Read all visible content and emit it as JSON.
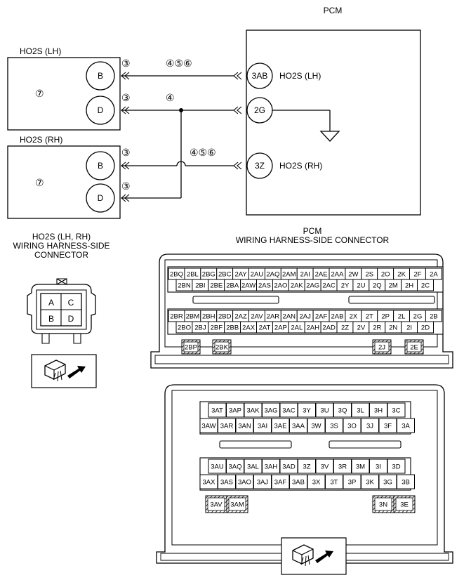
{
  "pcm_title": "PCM",
  "ho2s_lh_title": "HO2S (LH)",
  "ho2s_rh_title": "HO2S (RH)",
  "sensor_box_note": "⑦",
  "terminals": {
    "lh_b": "B",
    "lh_d": "D",
    "rh_b": "B",
    "rh_d": "D",
    "pcm_3ab": "3AB",
    "pcm_2g": "2G",
    "pcm_3z": "3Z"
  },
  "pcm_labels": {
    "lh": "HO2S (LH)",
    "rh": "HO2S (RH)"
  },
  "notes": {
    "n3": "③",
    "n4": "④",
    "n456": "④⑤⑥"
  },
  "ho2s_connector": {
    "title_lines": [
      "HO2S (LH, RH)",
      "WIRING HARNESS-SIDE",
      "CONNECTOR"
    ],
    "pins": [
      "A",
      "C",
      "B",
      "D"
    ]
  },
  "pcm_connector": {
    "title_lines": [
      "PCM",
      "WIRING HARNESS-SIDE CONNECTOR"
    ],
    "connector_2": {
      "row1": [
        "2BQ",
        "2BL",
        "2BG",
        "2BC",
        "2AY",
        "2AU",
        "2AQ",
        "2AM",
        "2AI",
        "2AE",
        "2AA",
        "2W",
        "2S",
        "2O",
        "2K",
        "2F",
        "2A"
      ],
      "row2": [
        "2BN",
        "2BI",
        "2BE",
        "2BA",
        "2AW",
        "2AS",
        "2AO",
        "2AK",
        "2AG",
        "2AC",
        "2Y",
        "2U",
        "2Q",
        "2M",
        "2H",
        "2C"
      ],
      "row3": [
        "2BR",
        "2BM",
        "2BH",
        "2BD",
        "2AZ",
        "2AV",
        "2AR",
        "2AN",
        "2AJ",
        "2AF",
        "2AB",
        "2X",
        "2T",
        "2P",
        "2L",
        "2G",
        "2B"
      ],
      "row4": [
        "2BO",
        "2BJ",
        "2BF",
        "2BB",
        "2AX",
        "2AT",
        "2AP",
        "2AL",
        "2AH",
        "2AD",
        "2Z",
        "2V",
        "2R",
        "2N",
        "2I",
        "2D"
      ],
      "bottom": [
        "2BP",
        "2BK",
        "2J",
        "2E"
      ]
    },
    "connector_3": {
      "row1": [
        "3AT",
        "3AP",
        "3AK",
        "3AG",
        "3AC",
        "3Y",
        "3U",
        "3Q",
        "3L",
        "3H",
        "3C"
      ],
      "row2": [
        "3AW",
        "3AR",
        "3AN",
        "3AI",
        "3AE",
        "3AA",
        "3W",
        "3S",
        "3O",
        "3J",
        "3F",
        "3A"
      ],
      "row3": [
        "3AU",
        "3AQ",
        "3AL",
        "3AH",
        "3AD",
        "3Z",
        "3V",
        "3R",
        "3M",
        "3I",
        "3D"
      ],
      "row4": [
        "3AX",
        "3AS",
        "3AO",
        "3AJ",
        "3AF",
        "3AB",
        "3X",
        "3T",
        "3P",
        "3K",
        "3G",
        "3B"
      ],
      "bottom": [
        "3AV",
        "3AM",
        "3N",
        "3E"
      ]
    }
  }
}
